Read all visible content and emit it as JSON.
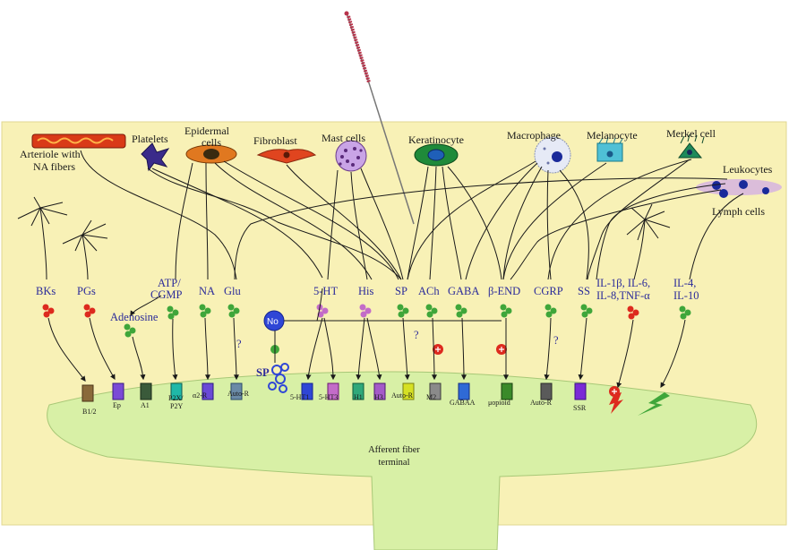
{
  "cells": {
    "arteriole": [
      "Arteriole with",
      "NA fibers"
    ],
    "platelets": "Platelets",
    "epidermal": [
      "Epidermal",
      "cells"
    ],
    "fibroblast": "Fibroblast",
    "mast": "Mast cells",
    "keratinocyte": "Keratinocyte",
    "macrophage": "Macrophage",
    "melanocyte": "Melanocyte",
    "merkel": "Merkel cell",
    "leukocytes": "Leukocytes",
    "lymph": "Lymph cells"
  },
  "mediators": {
    "bks": "BKs",
    "pgs": "PGs",
    "atp": [
      "ATP/",
      "CGMP"
    ],
    "adenosine": "Adenosine",
    "na": "NA",
    "glu": "Glu",
    "ht5": "5-HT",
    "his": "His",
    "sp": "SP",
    "ach": "ACh",
    "gaba": "GABA",
    "bend": "β-END",
    "cgrp": "CGRP",
    "ss": "SS",
    "il_a": [
      "IL-1β, IL-6,",
      "IL-8,TNF-α"
    ],
    "il_b": [
      "IL-4,",
      "IL-10"
    ],
    "no": "No",
    "sp_release": "SP",
    "question": "?"
  },
  "receptors": {
    "b12": "B1/2",
    "ep": "Ep",
    "a1": "A1",
    "p2x": [
      "P2X/",
      "P2Y"
    ],
    "a2r": "α2-R",
    "auto_r": "Auto-R",
    "ht1": "5-HT1",
    "ht3": "5-HT3",
    "h1": "H1",
    "h3": "H3",
    "m2": "M2",
    "gabaa": "GABAA",
    "mopioid": "μopioid",
    "ssr": "SSR"
  },
  "terminal": [
    "Afferent fiber",
    "terminal"
  ],
  "colors": {
    "background": "#f8f1b6",
    "terminal_fill": "#d8f0a6",
    "mediator_text": "#2b2b9a",
    "stim_red": "#dd2a1e",
    "inhib_green": "#3fa63a",
    "needle": "#b8334b"
  }
}
